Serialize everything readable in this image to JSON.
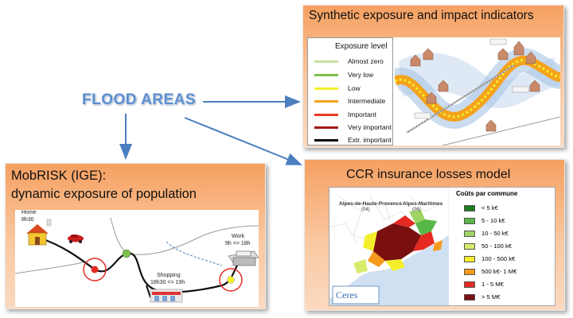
{
  "flood_areas": "FLOOD AREAS",
  "panel_synthetic": {
    "title": "Synthetic exposure and impact indicators",
    "legend_title": "Exposure level",
    "legend": [
      {
        "label": "Almost zero",
        "color": "#c6e3a0"
      },
      {
        "label": "Very low",
        "color": "#7cc24a"
      },
      {
        "label": "Low",
        "color": "#f2ef2a"
      },
      {
        "label": "Intermediate",
        "color": "#f5a21d"
      },
      {
        "label": "Important",
        "color": "#e83a23"
      },
      {
        "label": "Very important",
        "color": "#a31616"
      },
      {
        "label": "Extr. important",
        "color": "#000000"
      }
    ]
  },
  "panel_mobrisk": {
    "title_line1": "MobRISK (IGE):",
    "title_line2": "dynamic exposure of population",
    "home": "Home",
    "home_time": "8h30",
    "work": "Work",
    "work_time": "9h => 18h",
    "shopping": "Shopping",
    "shopping_time": "18h30 => 19h"
  },
  "panel_ccr": {
    "title": "CCR insurance losses model",
    "legend_title": "Coûts par commune",
    "legend": [
      {
        "label": "< 5 k€",
        "color": "#1f7a1f"
      },
      {
        "label": "5 - 10 k€",
        "color": "#58b847"
      },
      {
        "label": "10 - 50 k€",
        "color": "#9fd464"
      },
      {
        "label": "50 - 100 k€",
        "color": "#d7ec6a"
      },
      {
        "label": "100 - 500 k€",
        "color": "#f5ef2b"
      },
      {
        "label": "500 k€- 1 M€",
        "color": "#f59a1d"
      },
      {
        "label": "1 - 5 M€",
        "color": "#e52a22"
      },
      {
        "label": "> 5 M€",
        "color": "#7a0f0f"
      }
    ],
    "map_label_1": "Alpes-de-Haute-Provence",
    "map_label_1_code": "(04)",
    "map_label_2": "Alpes-Maritimes",
    "map_label_2_code": "(06)",
    "logo": "Ceres"
  }
}
